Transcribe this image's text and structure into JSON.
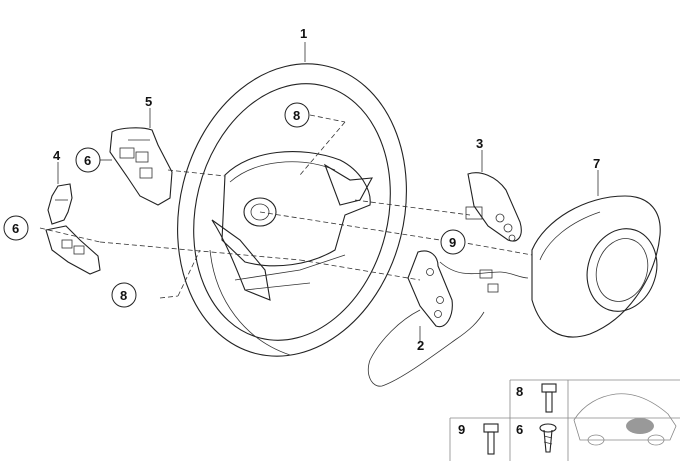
{
  "diagram": {
    "callouts": [
      {
        "id": "c1",
        "text": "1"
      },
      {
        "id": "c2",
        "text": "2"
      },
      {
        "id": "c3",
        "text": "3"
      },
      {
        "id": "c4",
        "text": "4"
      },
      {
        "id": "c5",
        "text": "5"
      },
      {
        "id": "c6a",
        "text": "6"
      },
      {
        "id": "c6b",
        "text": "6"
      },
      {
        "id": "c7",
        "text": "7"
      },
      {
        "id": "c8a",
        "text": "8"
      },
      {
        "id": "c8b",
        "text": "8"
      },
      {
        "id": "c9",
        "text": "9"
      }
    ],
    "legend": {
      "bolt_8": "8",
      "bolt_9": "9",
      "bolt_6": "6"
    }
  }
}
